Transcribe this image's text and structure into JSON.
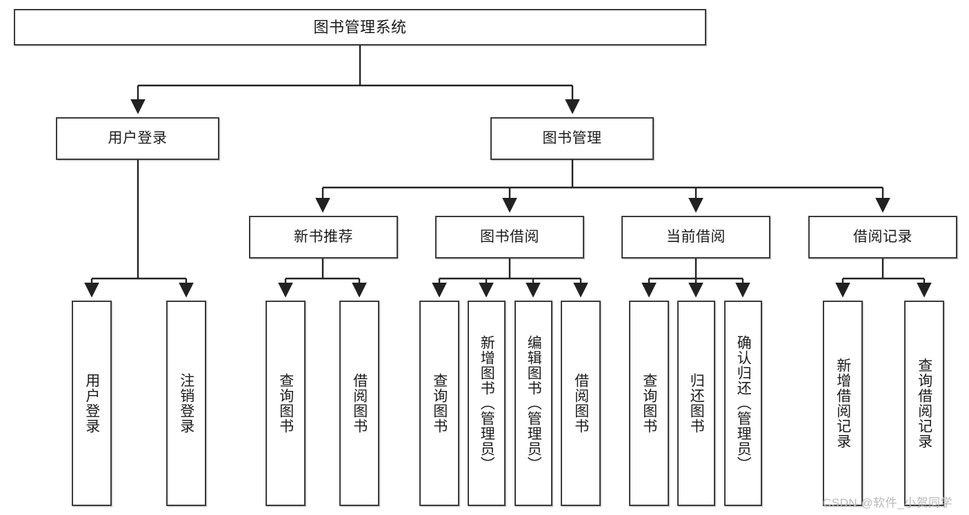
{
  "diagram": {
    "type": "tree",
    "orientation": "top-down",
    "title": "图书管理系统",
    "colors": {
      "node_border": "#3a3a3a",
      "node_fill": "#ffffff",
      "edge": "#222222",
      "text": "#1c1c1c",
      "watermark": "#b9b9b9",
      "background": "#ffffff"
    },
    "levels": {
      "root": {
        "label": "图书管理系统"
      },
      "level2": [
        {
          "id": "user-login",
          "label": "用户登录"
        },
        {
          "id": "book-management",
          "label": "图书管理"
        }
      ],
      "level3": [
        {
          "id": "new-book-recommend",
          "label": "新书推荐",
          "parent": "book-management"
        },
        {
          "id": "book-borrow",
          "label": "图书借阅",
          "parent": "book-management"
        },
        {
          "id": "current-borrow",
          "label": "当前借阅",
          "parent": "book-management"
        },
        {
          "id": "borrow-record",
          "label": "借阅记录",
          "parent": "book-management"
        }
      ],
      "leaves": [
        {
          "id": "leaf-user-login",
          "label": "用户登录",
          "parent": "user-login"
        },
        {
          "id": "leaf-logout",
          "label": "注销登录",
          "parent": "user-login"
        },
        {
          "id": "leaf-query-book-1",
          "label": "查询图书",
          "parent": "new-book-recommend"
        },
        {
          "id": "leaf-borrow-book-1",
          "label": "借阅图书",
          "parent": "new-book-recommend"
        },
        {
          "id": "leaf-query-book-2",
          "label": "查询图书",
          "parent": "book-borrow"
        },
        {
          "id": "leaf-add-book",
          "label": "新增图书（管理员）",
          "parent": "book-borrow"
        },
        {
          "id": "leaf-edit-book",
          "label": "编辑图书（管理员）",
          "parent": "book-borrow"
        },
        {
          "id": "leaf-borrow-book-2",
          "label": "借阅图书",
          "parent": "book-borrow"
        },
        {
          "id": "leaf-query-book-3",
          "label": "查询图书",
          "parent": "current-borrow"
        },
        {
          "id": "leaf-return-book",
          "label": "归还图书",
          "parent": "current-borrow"
        },
        {
          "id": "leaf-confirm-return",
          "label": "确认归还（管理员）",
          "parent": "current-borrow"
        },
        {
          "id": "leaf-add-record",
          "label": "新增借阅记录",
          "parent": "borrow-record"
        },
        {
          "id": "leaf-query-record",
          "label": "查询借阅记录",
          "parent": "borrow-record"
        }
      ]
    }
  },
  "watermark": {
    "text": "CSDN @软件_小贺同学"
  }
}
